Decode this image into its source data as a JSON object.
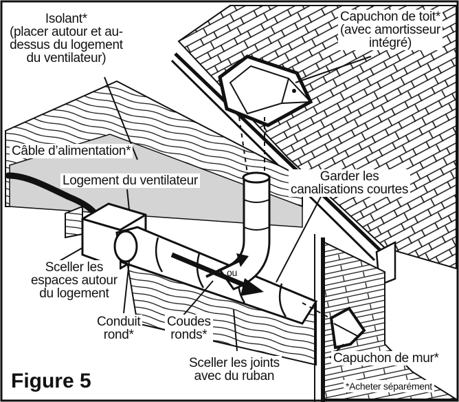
{
  "figure": {
    "label": "Figure 5",
    "footnote": "*Acheter séparément"
  },
  "labels": {
    "insulation": "Isolant*\n(placer autour et au-\ndessus du logement\ndu ventilateur)",
    "roof_cap": "Capuchon de toit*\n(avec amortisseur\nintégré)",
    "power_cable": "Câble d’alimentation*",
    "fan_housing": "Logement du ventilateur",
    "short_ducts": "Garder les\ncanalisations courtes",
    "seal_housing": "Sceller les\nespaces autour\ndu logement",
    "round_duct": "Conduit\nrond*",
    "round_elbows": "Coudes\nronds*",
    "or": "ou",
    "seal_joints": "Sceller les joints\navec du ruban",
    "wall_cap": "Capuchon de mur*"
  },
  "colors": {
    "ink": "#111111",
    "insulation_fill": "#d4d4d4",
    "background": "#ffffff"
  }
}
